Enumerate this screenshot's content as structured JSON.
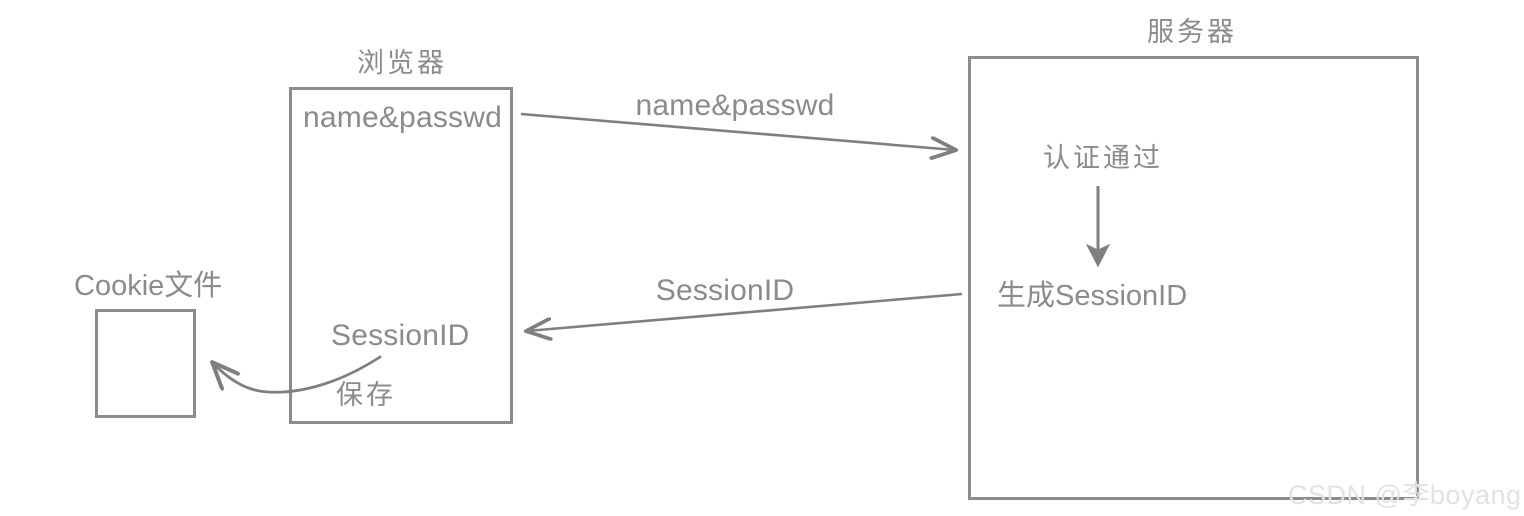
{
  "diagram": {
    "title_browser": "浏览器",
    "title_server": "服务器",
    "cookie_label": "Cookie文件",
    "browser_box": {
      "items": [
        {
          "text": "name&passwd"
        },
        {
          "text": "SessionID"
        }
      ]
    },
    "server_box": {
      "items": [
        {
          "text": "认证通过"
        },
        {
          "text": "生成SessionID"
        }
      ]
    },
    "edges": [
      {
        "label": "name&passwd",
        "direction": "browser-to-server"
      },
      {
        "label": "SessionID",
        "direction": "server-to-browser"
      },
      {
        "label": "保存",
        "direction": "browser-to-cookie"
      }
    ],
    "server_internal_arrow": {
      "from": "认证通过",
      "to": "生成SessionID"
    },
    "colors": {
      "stroke": "#8c8c8c",
      "text": "#8b8b8b",
      "background": "#ffffff",
      "watermark": "#e2e2e2"
    }
  },
  "watermark": {
    "text": "CSDN @李boyang"
  }
}
